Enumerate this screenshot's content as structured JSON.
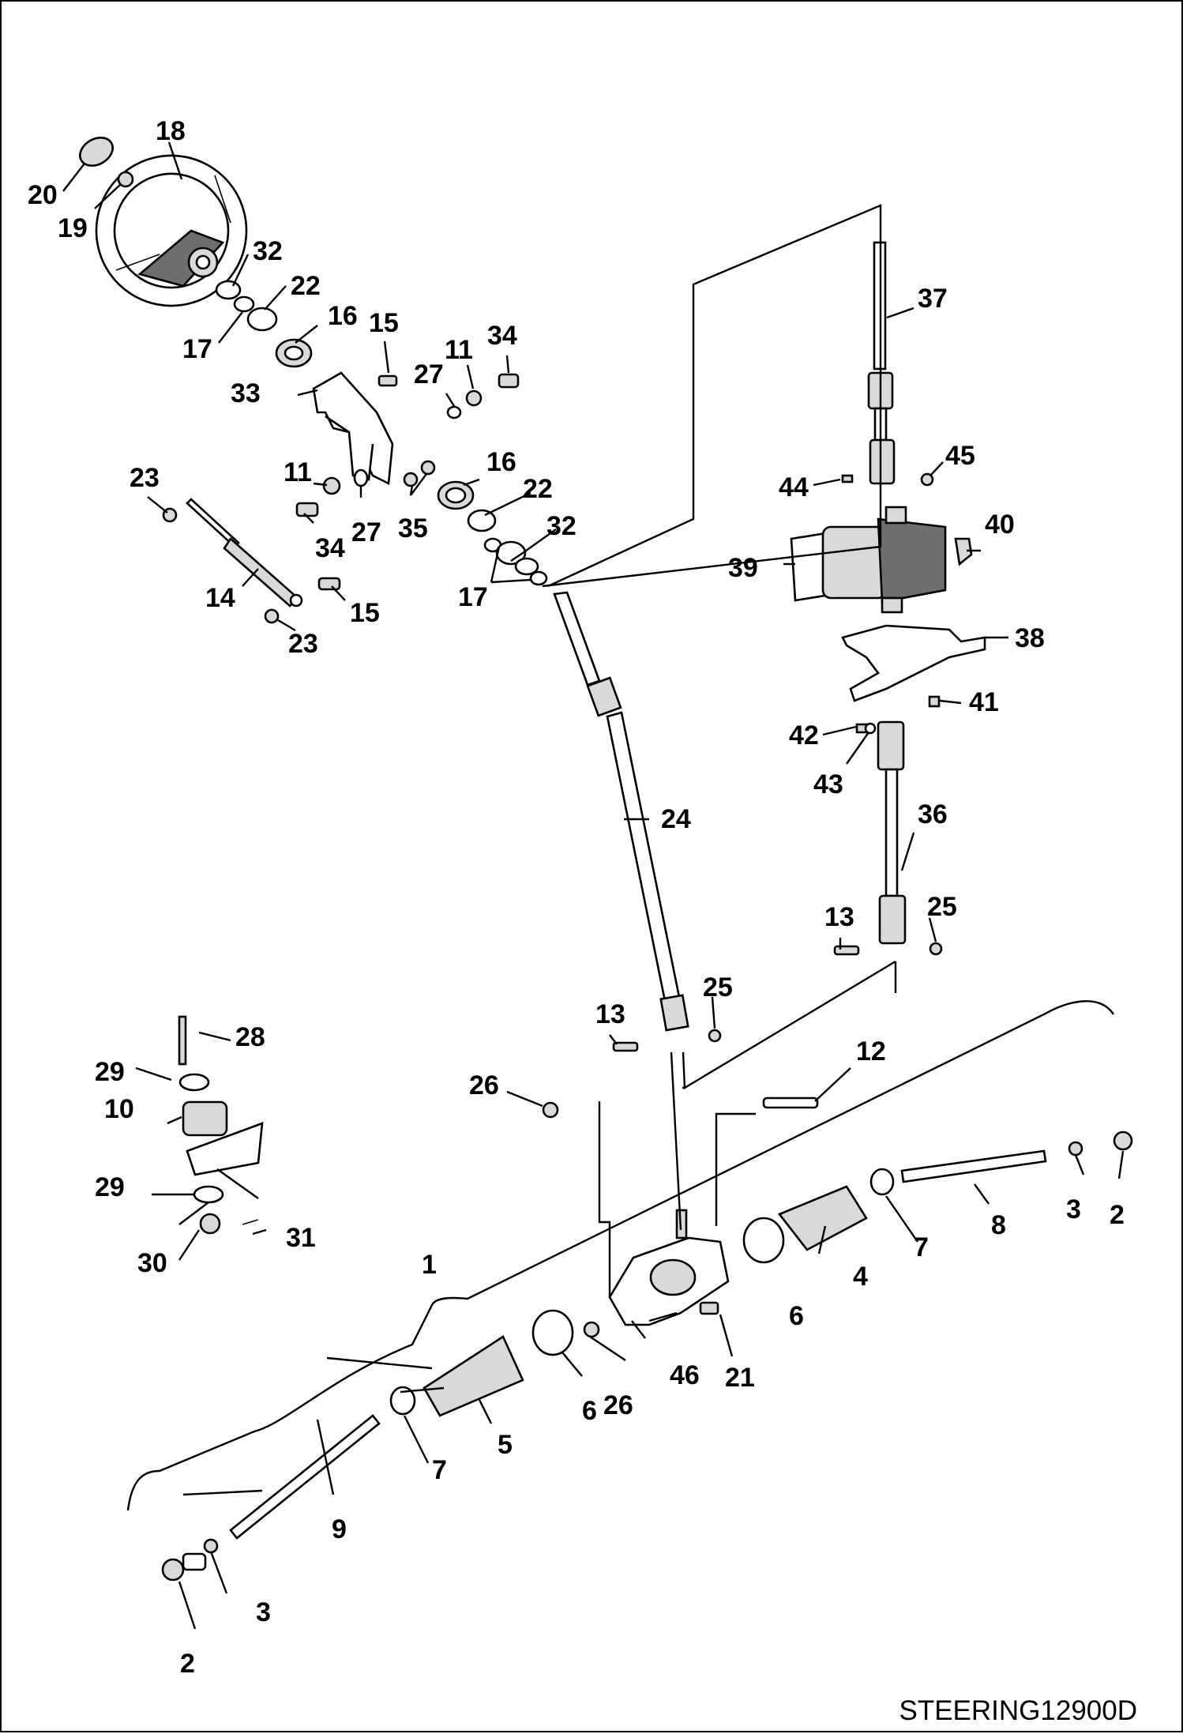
{
  "diagram": {
    "reference_code": "STEERING12900D",
    "callouts": [
      {
        "id": "c1",
        "label": "1"
      },
      {
        "id": "c2a",
        "label": "2"
      },
      {
        "id": "c2b",
        "label": "2"
      },
      {
        "id": "c3a",
        "label": "3"
      },
      {
        "id": "c3b",
        "label": "3"
      },
      {
        "id": "c4",
        "label": "4"
      },
      {
        "id": "c5",
        "label": "5"
      },
      {
        "id": "c6a",
        "label": "6"
      },
      {
        "id": "c6b",
        "label": "6"
      },
      {
        "id": "c7a",
        "label": "7"
      },
      {
        "id": "c7b",
        "label": "7"
      },
      {
        "id": "c8",
        "label": "8"
      },
      {
        "id": "c9",
        "label": "9"
      },
      {
        "id": "c10",
        "label": "10"
      },
      {
        "id": "c11a",
        "label": "11"
      },
      {
        "id": "c11b",
        "label": "11"
      },
      {
        "id": "c12",
        "label": "12"
      },
      {
        "id": "c13a",
        "label": "13"
      },
      {
        "id": "c13b",
        "label": "13"
      },
      {
        "id": "c14",
        "label": "14"
      },
      {
        "id": "c15a",
        "label": "15"
      },
      {
        "id": "c15b",
        "label": "15"
      },
      {
        "id": "c16a",
        "label": "16"
      },
      {
        "id": "c16b",
        "label": "16"
      },
      {
        "id": "c17a",
        "label": "17"
      },
      {
        "id": "c17b",
        "label": "17"
      },
      {
        "id": "c18",
        "label": "18"
      },
      {
        "id": "c19",
        "label": "19"
      },
      {
        "id": "c20",
        "label": "20"
      },
      {
        "id": "c21",
        "label": "21"
      },
      {
        "id": "c22a",
        "label": "22"
      },
      {
        "id": "c22b",
        "label": "22"
      },
      {
        "id": "c23a",
        "label": "23"
      },
      {
        "id": "c23b",
        "label": "23"
      },
      {
        "id": "c24",
        "label": "24"
      },
      {
        "id": "c25a",
        "label": "25"
      },
      {
        "id": "c25b",
        "label": "25"
      },
      {
        "id": "c26a",
        "label": "26"
      },
      {
        "id": "c26b",
        "label": "26"
      },
      {
        "id": "c27a",
        "label": "27"
      },
      {
        "id": "c27b",
        "label": "27"
      },
      {
        "id": "c28",
        "label": "28"
      },
      {
        "id": "c29a",
        "label": "29"
      },
      {
        "id": "c29b",
        "label": "29"
      },
      {
        "id": "c30",
        "label": "30"
      },
      {
        "id": "c31",
        "label": "31"
      },
      {
        "id": "c32a",
        "label": "32"
      },
      {
        "id": "c32b",
        "label": "32"
      },
      {
        "id": "c33",
        "label": "33"
      },
      {
        "id": "c34a",
        "label": "34"
      },
      {
        "id": "c34b",
        "label": "34"
      },
      {
        "id": "c35",
        "label": "35"
      },
      {
        "id": "c36",
        "label": "36"
      },
      {
        "id": "c37",
        "label": "37"
      },
      {
        "id": "c38",
        "label": "38"
      },
      {
        "id": "c39",
        "label": "39"
      },
      {
        "id": "c40",
        "label": "40"
      },
      {
        "id": "c41",
        "label": "41"
      },
      {
        "id": "c42",
        "label": "42"
      },
      {
        "id": "c43",
        "label": "43"
      },
      {
        "id": "c44",
        "label": "44"
      },
      {
        "id": "c45",
        "label": "45"
      },
      {
        "id": "c46",
        "label": "46"
      }
    ]
  }
}
